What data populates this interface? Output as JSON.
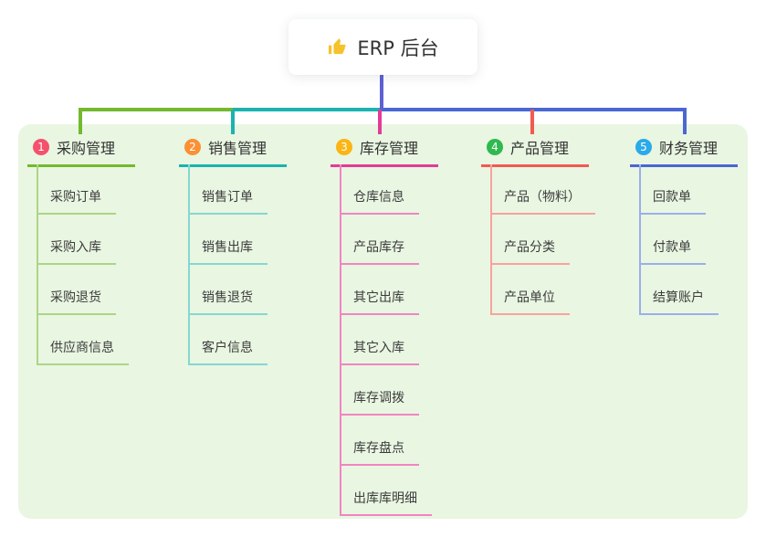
{
  "root": {
    "title": "ERP 后台",
    "icon": "thumbs-up-icon",
    "icon_color": "#f6c22c"
  },
  "colors": {
    "page_bg": "#ffffff",
    "panel_bg": "#e9f6e2",
    "root_line": "#5e60d4",
    "header_text": "#323232",
    "child_text": "#3c3c3c"
  },
  "branches": [
    {
      "index": "1",
      "label": "采购管理",
      "badge_color": "#f4516c",
      "line_color": "#74b92e",
      "light_color": "#abd685",
      "children": [
        "采购订单",
        "采购入库",
        "采购退货",
        "供应商信息"
      ]
    },
    {
      "index": "2",
      "label": "销售管理",
      "badge_color": "#fb9035",
      "line_color": "#1ab3ad",
      "light_color": "#84d7d2",
      "children": [
        "销售订单",
        "销售出库",
        "销售退货",
        "客户信息"
      ]
    },
    {
      "index": "3",
      "label": "库存管理",
      "badge_color": "#fbb514",
      "line_color": "#e23b97",
      "light_color": "#f086c1",
      "children": [
        "仓库信息",
        "产品库存",
        "其它出库",
        "其它入库",
        "库存调拨",
        "库存盘点",
        "出库库明细"
      ]
    },
    {
      "index": "4",
      "label": "产品管理",
      "badge_color": "#2fb950",
      "line_color": "#f25a52",
      "light_color": "#f8a29c",
      "children": [
        "产品（物料）",
        "产品分类",
        "产品单位"
      ]
    },
    {
      "index": "5",
      "label": "财务管理",
      "badge_color": "#2aaae9",
      "line_color": "#4a67d3",
      "light_color": "#9aafea",
      "children": [
        "回款单",
        "付款单",
        "结算账户"
      ]
    }
  ]
}
